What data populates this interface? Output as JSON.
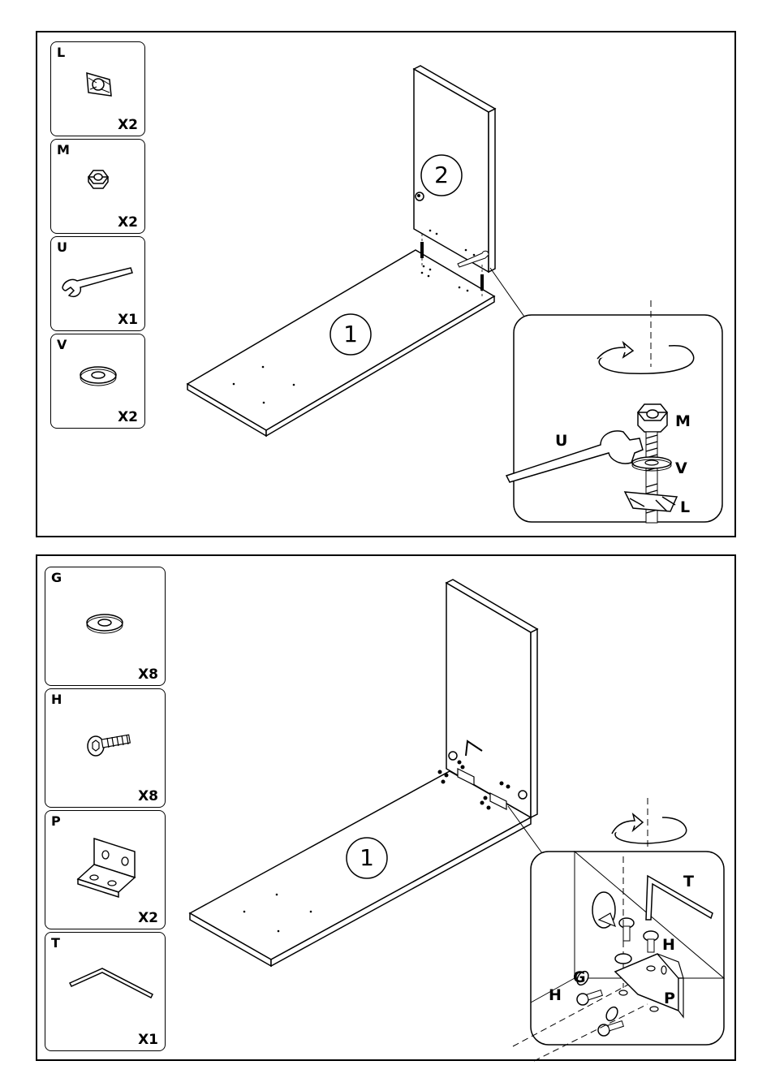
{
  "step1": {
    "parts": [
      {
        "letter": "L",
        "qty": "X2",
        "icon": "cam-lock-icon"
      },
      {
        "letter": "M",
        "qty": "X2",
        "icon": "hex-nut-icon"
      },
      {
        "letter": "U",
        "qty": "X1",
        "icon": "wrench-icon"
      },
      {
        "letter": "V",
        "qty": "X2",
        "icon": "washer-icon"
      }
    ],
    "panel_numbers": [
      "1",
      "2"
    ],
    "callouts": {
      "M": "M",
      "U": "U",
      "V": "V",
      "L": "L"
    }
  },
  "step2": {
    "parts": [
      {
        "letter": "G",
        "qty": "X8",
        "icon": "washer-icon"
      },
      {
        "letter": "H",
        "qty": "X8",
        "icon": "bolt-icon"
      },
      {
        "letter": "P",
        "qty": "X2",
        "icon": "angle-bracket-icon"
      },
      {
        "letter": "T",
        "qty": "X1",
        "icon": "allen-key-icon"
      }
    ],
    "panel_numbers": [
      "1"
    ],
    "callouts": {
      "T": "T",
      "H1": "H",
      "G": "G",
      "H2": "H",
      "P": "P"
    }
  }
}
